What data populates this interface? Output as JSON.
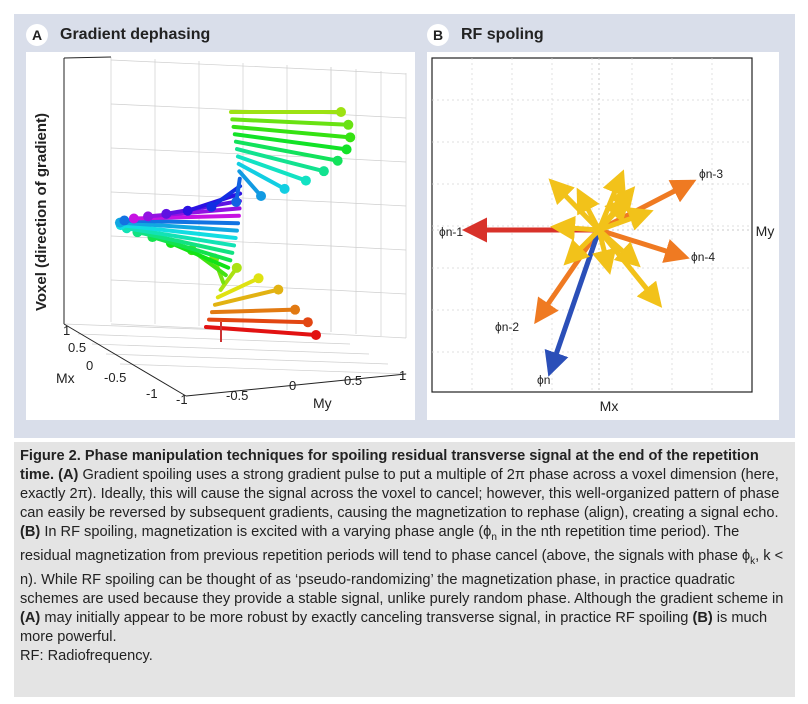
{
  "panel_a": {
    "letter": "A",
    "title": "Gradient dephasing",
    "y_axis_label": "Voxel (direction of gradient)",
    "x_axis_label": "Mx",
    "y2_axis_label": "My",
    "mx_ticks": [
      "1",
      "0.5",
      "0",
      "-0.5",
      "-1"
    ],
    "my_ticks": [
      "-1",
      "-0.5",
      "0",
      "0.5",
      "1"
    ]
  },
  "panel_b": {
    "letter": "B",
    "title": "RF spoling",
    "x_axis_label": "Mx",
    "y_axis_label": "My",
    "phase_labels": [
      "ϕn-3",
      "ϕn-1",
      "ϕn-4",
      "ϕn-2",
      "ϕn"
    ]
  },
  "caption": {
    "title": "Figure 2. Phase manipulation techniques for spoiling residual transverse signal at the end of the repetition time.",
    "part_a_ref": "(A)",
    "part_a_text": "Gradient spoiling uses a strong gradient pulse to put a multiple of 2π phase across a voxel dimension (here, exactly 2π). Ideally, this will cause the signal across the voxel to cancel; however, this well-organized pattern of phase can easily be reversed by subsequent gradients, causing the magnetization to rephase (align), creating a signal echo.",
    "part_b_ref": "(B)",
    "part_b_text_1": "In RF spoiling, magnetization is excited with a varying phase angle (ϕ",
    "part_b_sub_1": "n",
    "part_b_text_2": " in the nth repetition time period). The residual magnetization from previous repetition periods will tend to phase cancel (above, the signals with phase ϕ",
    "part_b_sub_2": "k",
    "part_b_text_3": ", k < n). While RF spoiling can be thought of as ‘pseudo-randomizing’ the magnetization phase, in practice quadratic schemes are used because they provide a stable signal, unlike purely random phase. Although the gradient scheme in",
    "part_a_ref_2": "(A)",
    "part_b_text_4": "may initially appear to be more robust by exactly canceling transverse signal, in practice RF spoiling",
    "part_b_ref_2": "(B)",
    "part_b_text_5": "is much more powerful.",
    "footnote": "RF: Radiofrequency."
  }
}
